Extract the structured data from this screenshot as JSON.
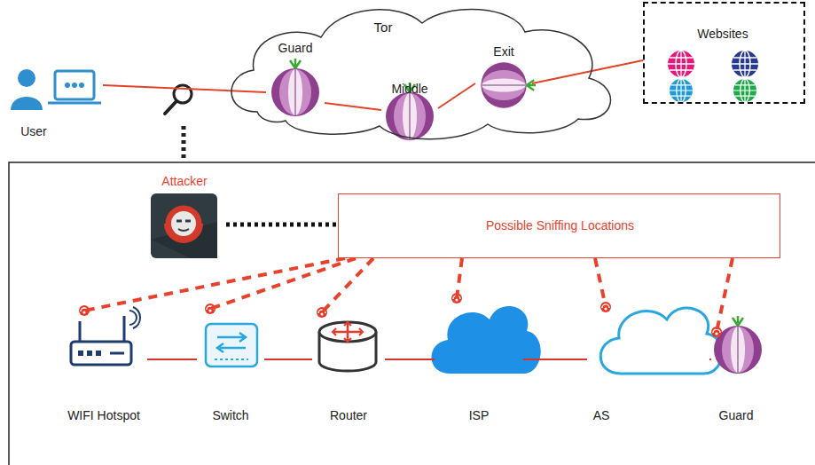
{
  "diagram": {
    "nodes": [
      {
        "text": [
          "Tor"
        ]
      },
      {
        "text": [
          "Guard"
        ],
        "in": 0
      },
      {
        "text": [
          "Middle"
        ],
        "in": 0
      },
      {
        "text": [
          "Exit"
        ],
        "in": 0
      },
      {
        "text": [
          "Websites"
        ]
      },
      {
        "text": [
          "User"
        ]
      },
      {
        "text": [
          "Attacker"
        ]
      },
      {
        "text": [
          "Possible Sniffing Locations"
        ]
      },
      {
        "text": [
          "WIFI Hotspot"
        ]
      },
      {
        "text": [
          "Switch"
        ]
      },
      {
        "text": [
          "Router"
        ]
      },
      {
        "text": [
          "ISP"
        ]
      },
      {
        "text": [
          "AS"
        ]
      },
      {
        "text": [
          "Guard"
        ]
      }
    ],
    "edges": [
      {
        "from": 5,
        "to": 1,
        "arrow": "none"
      },
      {
        "from": 1,
        "to": 2,
        "arrow": "none"
      },
      {
        "from": 2,
        "to": 3,
        "arrow": "none"
      },
      {
        "from": 3,
        "to": 4,
        "arrow": "none"
      },
      {
        "from": 6,
        "to": 7,
        "arrow": "none"
      },
      {
        "from": 7,
        "to": 8,
        "arrow": "none"
      },
      {
        "from": 7,
        "to": 9,
        "arrow": "none"
      },
      {
        "from": 7,
        "to": 10,
        "arrow": "none"
      },
      {
        "from": 7,
        "to": 11,
        "arrow": "none"
      },
      {
        "from": 7,
        "to": 12,
        "arrow": "none"
      },
      {
        "from": 7,
        "to": 13,
        "arrow": "none"
      },
      {
        "from": 8,
        "to": 9,
        "arrow": "none"
      },
      {
        "from": 9,
        "to": 10,
        "arrow": "none"
      },
      {
        "from": 10,
        "to": 11,
        "arrow": "none"
      },
      {
        "from": 11,
        "to": 12,
        "arrow": "none"
      },
      {
        "from": 12,
        "to": 13,
        "arrow": "none"
      }
    ]
  }
}
